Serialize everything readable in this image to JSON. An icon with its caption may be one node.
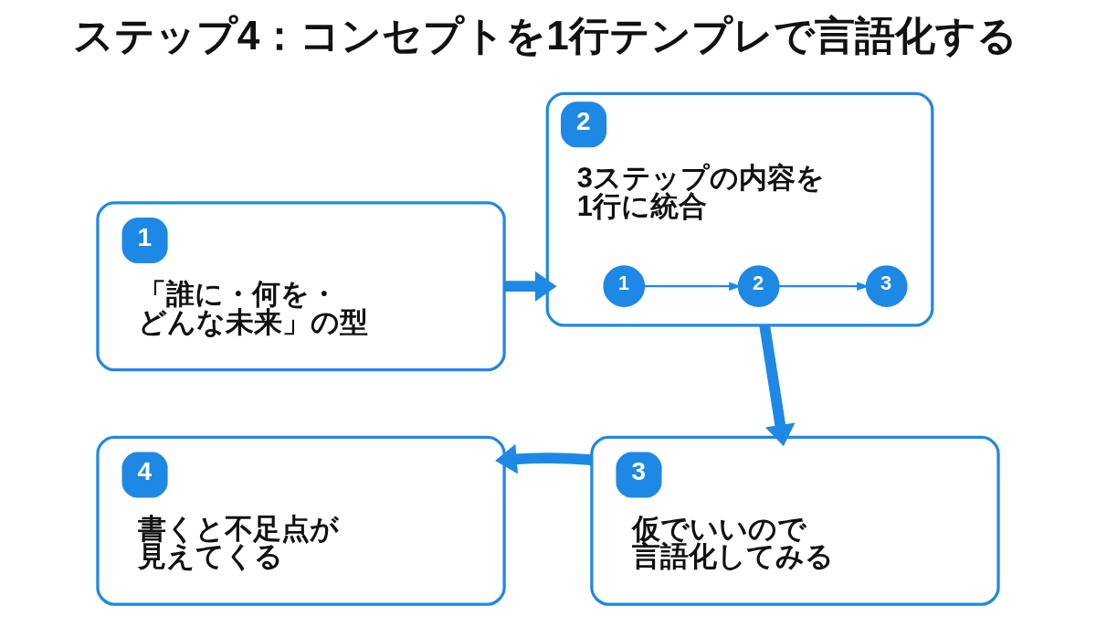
{
  "diagram": {
    "title": "ステップ4：コンセプトを1行テンプレで言語化する",
    "nodes": [
      {
        "text": [
          "1",
          "「誰に・何を・どんな未来」の型"
        ]
      },
      {
        "text": [
          "2",
          "3ステップの内容を1行に統合"
        ]
      },
      {
        "text": [
          "1"
        ],
        "in": 1
      },
      {
        "text": [
          "2"
        ],
        "in": 1
      },
      {
        "text": [
          "3"
        ],
        "in": 1
      },
      {
        "text": [
          "3",
          "仮でいいので言語化してみる"
        ]
      },
      {
        "text": [
          "4",
          "書くと不足点が見えてくる"
        ]
      }
    ],
    "edges": [
      {
        "from": 0,
        "to": 1,
        "arrow": "to"
      },
      {
        "from": 2,
        "to": 3,
        "arrow": "to"
      },
      {
        "from": 3,
        "to": 4,
        "arrow": "to"
      },
      {
        "from": 1,
        "to": 5,
        "arrow": "to"
      },
      {
        "from": 5,
        "to": 6,
        "arrow": "to"
      }
    ]
  }
}
